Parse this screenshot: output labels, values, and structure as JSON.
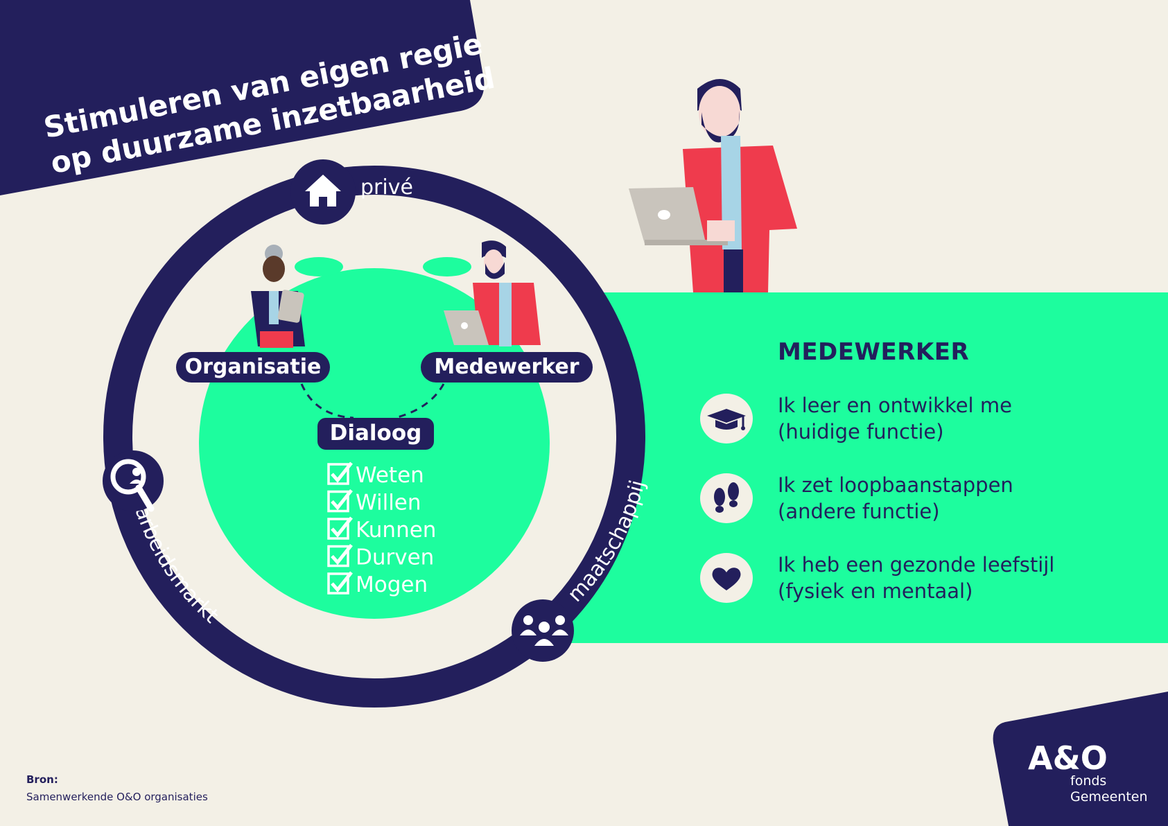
{
  "header": {
    "title_line1": "Stimuleren van eigen regie",
    "title_line2": "op duurzame inzetbaarheid"
  },
  "cycle": {
    "labels": {
      "prive": "privé",
      "arbeidsmarkt": "arbeidsmarkt",
      "maatschappij": "maatschappij"
    },
    "icons": [
      "home-icon",
      "job-search-icon",
      "people-group-icon"
    ]
  },
  "inner": {
    "organisatie": "Organisatie",
    "medewerker": "Medewerker",
    "dialoog": "Dialoog",
    "checklist": [
      "Weten",
      "Willen",
      "Kunnen",
      "Durven",
      "Mogen"
    ]
  },
  "panel": {
    "title": "MEDEWERKER",
    "items": [
      {
        "icon": "graduation-cap-icon",
        "line1": "Ik leer en ontwikkel me",
        "line2": "(huidige functie)"
      },
      {
        "icon": "footprints-icon",
        "line1": "Ik zet loopbaanstappen",
        "line2": "(andere functie)"
      },
      {
        "icon": "heart-icon",
        "line1": "Ik heb een gezonde leefstijl",
        "line2": "(fysiek en mentaal)"
      }
    ]
  },
  "source": {
    "label": "Bron:",
    "text": "Samenwerkende O&O organisaties"
  },
  "logo": {
    "mark": "A&O",
    "line1": "fonds",
    "line2": "Gemeenten"
  },
  "colors": {
    "navy": "#231f5c",
    "green": "#1dfd9e",
    "cream": "#f3f0e6",
    "red": "#ef3b4d",
    "lightblue": "#a7d4e6"
  }
}
